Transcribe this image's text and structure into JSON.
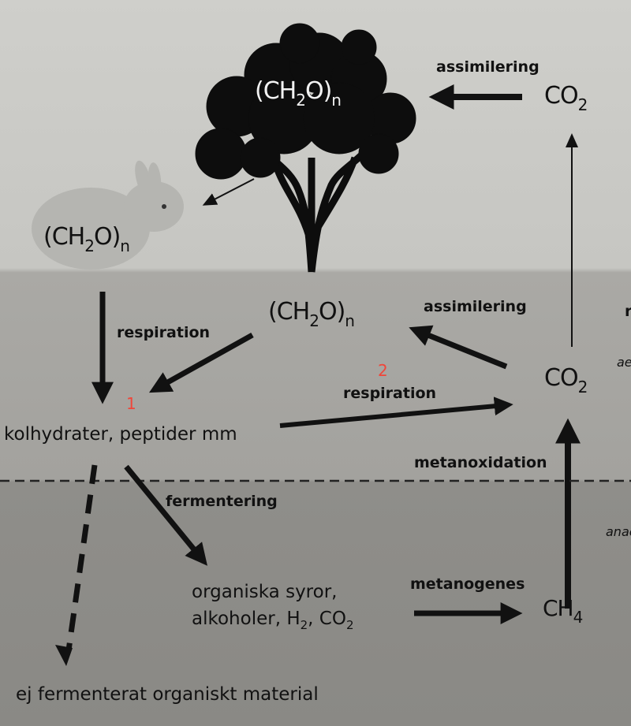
{
  "formula_ch2o": {
    "pre": "(CH",
    "sub": "2",
    "post": "O)",
    "n": "n"
  },
  "co2": {
    "pre": "CO",
    "sub": "2"
  },
  "ch4": {
    "pre": "CH",
    "sub": "4"
  },
  "labels": {
    "assimilering_top": "assimilering",
    "assimilering_mid": "assimilering",
    "respiration_left": "respiration",
    "respiration_mid": "respiration",
    "metanoxidation": "metanoxidation",
    "fermentering": "fermentering",
    "metanogenes": "metanogenes"
  },
  "nodes": {
    "kolhydrater": "kolhydrater, peptider mm",
    "organiska_line1": "organiska syror,",
    "organiska_line2_pre": "alkoholer, H",
    "organiska_line2_sub1": "2",
    "organiska_line2_mid": ", CO",
    "organiska_line2_sub2": "2",
    "ej_fermenterat": "ej fermenterat organiskt material"
  },
  "markers": {
    "one": "1",
    "two": "2"
  },
  "edge_text": {
    "r": "r",
    "ae": "ae",
    "anae": "anae"
  },
  "colors": {
    "marker_red": "#f0463a"
  }
}
